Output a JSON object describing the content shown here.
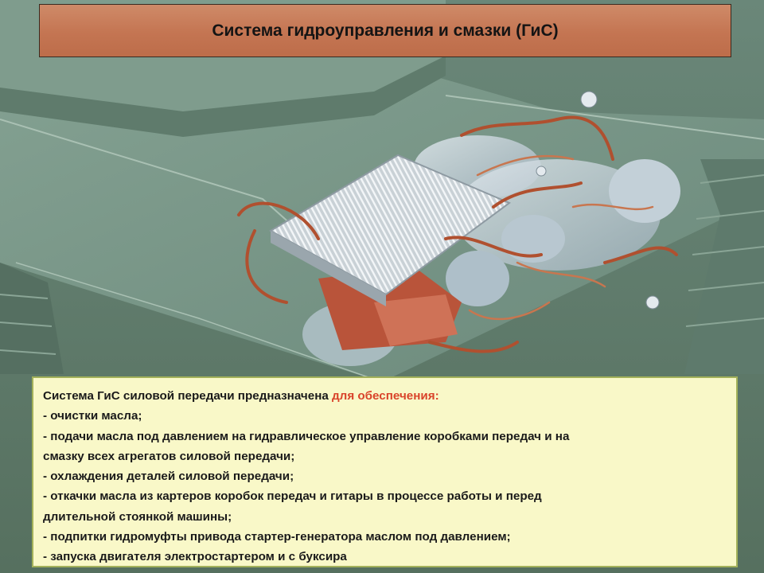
{
  "title": "Система гидроуправления и смазки (ГиС)",
  "intro": {
    "text": "Система ГиС силовой передачи предназначена ",
    "highlight": "для обеспечения:"
  },
  "lines": [
    "- очистки масла;",
    "- подачи масла под давлением на гидравлическое управление коробками передач и на",
    "смазку всех агрегатов силовой передачи;",
    "- охлаждения деталей силовой передачи;",
    "- откачки масла из картеров коробок передач и гитары в процессе работы и перед",
    "длительной стоянкой машины;",
    "- подпитки гидромуфты привода стартер-генератора маслом под давлением;",
    "- запуска двигателя электростартером и с буксира"
  ],
  "colors": {
    "hull": "#6f8e80",
    "title_fill": "#c47552",
    "info_fill": "#f9f8c8",
    "info_border": "#a3b15a",
    "highlight": "#d9432a"
  }
}
